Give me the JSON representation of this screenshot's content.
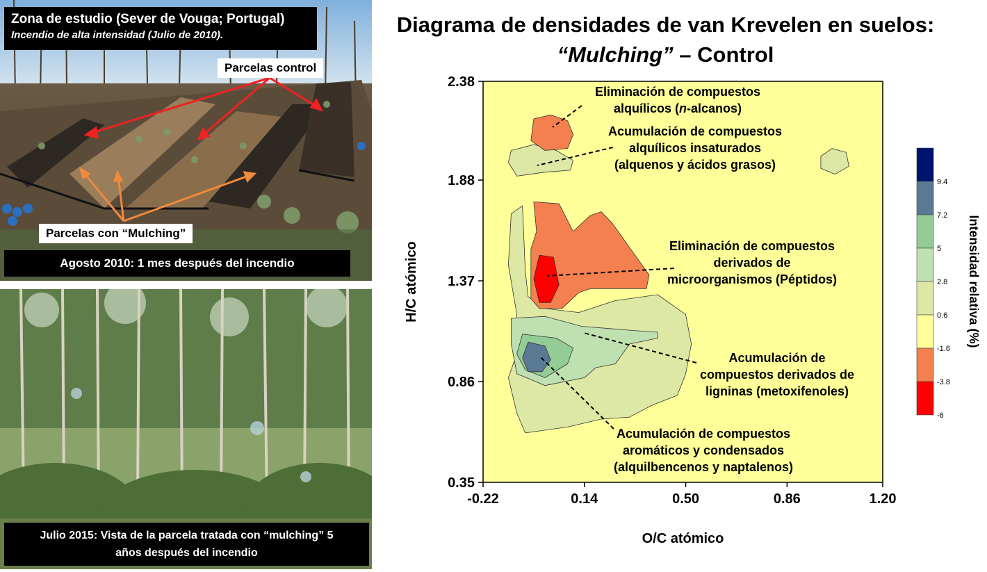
{
  "photo_top": {
    "title": "Zona de estudio (Sever de Vouga; Portugal)",
    "subtitle": "Incendio de alta intensidad (Julio de 2010).",
    "label_control": "Parcelas control",
    "label_mulching": "Parcelas con “Mulching”",
    "caption": "Agosto 2010: 1 mes después del incendio"
  },
  "photo_bottom": {
    "caption_line1": "Julio 2015: Vista de la parcela tratada con “mulching” 5",
    "caption_line2": "años después del incendio"
  },
  "chart_title": {
    "line1": "Diagrama de densidades de van Krevelen en suelos:",
    "line2_italic": "“Mulching”",
    "line2_rest": " – Control"
  },
  "chart_data": {
    "type": "heatmap",
    "xlabel": "O/C atómico",
    "ylabel": "H/C atómico",
    "xlim": [
      -0.22,
      1.2
    ],
    "ylim": [
      0.35,
      2.38
    ],
    "xticks": [
      "-0.22",
      "0.14",
      "0.50",
      "0.86",
      "1.20"
    ],
    "yticks": [
      "2.38",
      "1.88",
      "1.37",
      "0.86",
      "0.35"
    ],
    "colorbar": {
      "label": "Intensidad relativa (%)",
      "levels": [
        "-6",
        "-3.8",
        "-1.6",
        "0.6",
        "2.8",
        "5",
        "7.2",
        "9.4"
      ],
      "colors": [
        "#ff0000",
        "#f5804f",
        "#ffff99",
        "#dce8a3",
        "#bfe0b0",
        "#94cc96",
        "#5a7a94",
        "#00136e"
      ]
    },
    "regions": [
      {
        "level": 0.6,
        "color": "#dce8a3",
        "points": [
          [
            -0.12,
            2.03
          ],
          [
            -0.04,
            2.06
          ],
          [
            0.04,
            2.03
          ],
          [
            0.1,
            1.98
          ],
          [
            0.09,
            1.93
          ],
          [
            0.0,
            1.92
          ],
          [
            -0.1,
            1.9
          ],
          [
            -0.13,
            1.97
          ]
        ]
      },
      {
        "level": 0.6,
        "color": "#dce8a3",
        "points": [
          [
            0.98,
            2.0
          ],
          [
            1.02,
            2.04
          ],
          [
            1.07,
            2.02
          ],
          [
            1.08,
            1.95
          ],
          [
            1.03,
            1.91
          ],
          [
            0.98,
            1.94
          ]
        ]
      },
      {
        "level": 0.6,
        "color": "#dce8a3",
        "points": [
          [
            -0.12,
            1.71
          ],
          [
            -0.08,
            1.75
          ],
          [
            -0.07,
            1.42
          ],
          [
            -0.06,
            1.29
          ],
          [
            0.0,
            1.23
          ],
          [
            0.12,
            1.21
          ],
          [
            0.25,
            1.27
          ],
          [
            0.4,
            1.3
          ],
          [
            0.5,
            1.2
          ],
          [
            0.52,
            1.05
          ],
          [
            0.5,
            0.9
          ],
          [
            0.47,
            0.79
          ],
          [
            0.38,
            0.74
          ],
          [
            0.3,
            0.68
          ],
          [
            0.2,
            0.67
          ],
          [
            0.08,
            0.63
          ],
          [
            -0.07,
            0.6
          ],
          [
            -0.1,
            0.7
          ],
          [
            -0.13,
            0.88
          ],
          [
            -0.1,
            1.0
          ],
          [
            -0.1,
            1.2
          ],
          [
            -0.13,
            1.45
          ]
        ]
      },
      {
        "level": 2.8,
        "color": "#bfe0b0",
        "points": [
          [
            -0.12,
            1.18
          ],
          [
            0.0,
            1.19
          ],
          [
            0.13,
            1.14
          ],
          [
            0.3,
            1.12
          ],
          [
            0.4,
            1.11
          ],
          [
            0.4,
            1.08
          ],
          [
            0.3,
            1.05
          ],
          [
            0.25,
            0.95
          ],
          [
            0.18,
            0.93
          ],
          [
            0.14,
            0.88
          ],
          [
            0.0,
            0.84
          ],
          [
            -0.1,
            0.9
          ],
          [
            -0.12,
            1.05
          ]
        ]
      },
      {
        "level": 5,
        "color": "#94cc96",
        "points": [
          [
            -0.08,
            1.1
          ],
          [
            0.04,
            1.08
          ],
          [
            0.1,
            1.03
          ],
          [
            0.08,
            0.95
          ],
          [
            0.0,
            0.88
          ],
          [
            -0.07,
            0.92
          ],
          [
            -0.1,
            1.0
          ]
        ]
      },
      {
        "level": 7.2,
        "color": "#5a7a94",
        "points": [
          [
            -0.06,
            1.06
          ],
          [
            0.0,
            1.04
          ],
          [
            0.02,
            0.97
          ],
          [
            -0.01,
            0.91
          ],
          [
            -0.06,
            0.91
          ],
          [
            -0.08,
            0.98
          ]
        ]
      },
      {
        "level": -1.6,
        "color": "#f5804f",
        "points": [
          [
            -0.04,
            2.19
          ],
          [
            0.02,
            2.21
          ],
          [
            0.08,
            2.18
          ],
          [
            0.1,
            2.11
          ],
          [
            0.08,
            2.04
          ],
          [
            0.0,
            2.03
          ],
          [
            -0.05,
            2.08
          ]
        ]
      },
      {
        "level": -1.6,
        "color": "#f5804f",
        "points": [
          [
            -0.04,
            1.77
          ],
          [
            0.05,
            1.76
          ],
          [
            0.1,
            1.62
          ],
          [
            0.16,
            1.7
          ],
          [
            0.2,
            1.72
          ],
          [
            0.24,
            1.66
          ],
          [
            0.3,
            1.54
          ],
          [
            0.37,
            1.4
          ],
          [
            0.36,
            1.33
          ],
          [
            0.16,
            1.33
          ],
          [
            0.12,
            1.31
          ],
          [
            0.06,
            1.23
          ],
          [
            -0.02,
            1.23
          ],
          [
            -0.05,
            1.28
          ],
          [
            -0.05,
            1.53
          ],
          [
            -0.03,
            1.62
          ]
        ]
      },
      {
        "level": -3.8,
        "color": "#ff0000",
        "points": [
          [
            -0.02,
            1.5
          ],
          [
            0.03,
            1.49
          ],
          [
            0.05,
            1.35
          ],
          [
            0.02,
            1.26
          ],
          [
            -0.02,
            1.26
          ],
          [
            -0.04,
            1.38
          ]
        ]
      }
    ],
    "annotations": [
      {
        "lines": [
          "Eliminación de compuestos",
          "alquílicos (n-alcanos)"
        ]
      },
      {
        "lines": [
          "Acumulación de compuestos",
          "alquílicos insaturados",
          "(alquenos y ácidos grasos)"
        ]
      },
      {
        "lines": [
          "Eliminación de compuestos",
          "derivados de",
          "microorganismos (Péptidos)"
        ]
      },
      {
        "lines": [
          "Acumulación de",
          "compuestos derivados de",
          "ligninas (metoxifenoles)"
        ]
      },
      {
        "lines": [
          "Acumulación de compuestos",
          "aromáticos y condensados",
          "(alquilbencenos y naptalenos)"
        ]
      }
    ]
  }
}
